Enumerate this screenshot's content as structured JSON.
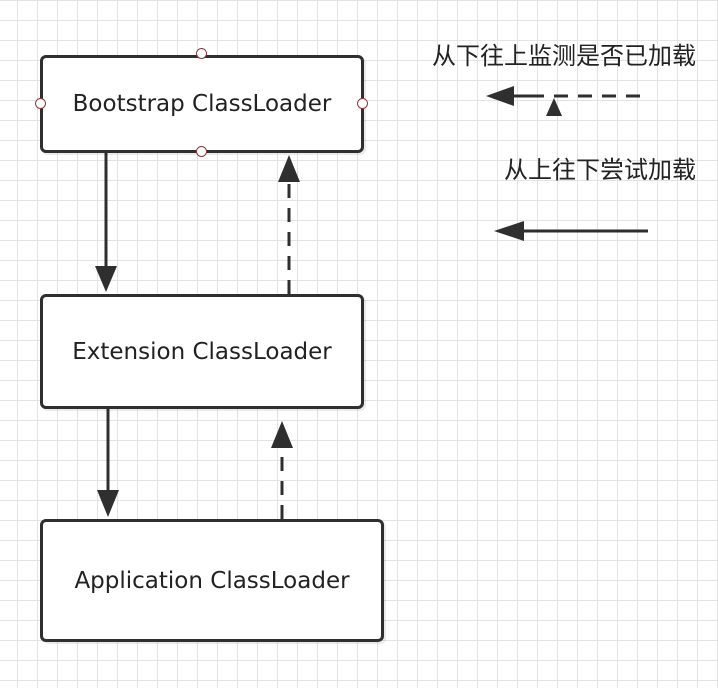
{
  "nodes": {
    "bootstrap": "Bootstrap ClassLoader",
    "extension": "Extension ClassLoader",
    "application": "Application ClassLoader"
  },
  "legend": {
    "dashed_label": "从下往上监测是否已加载",
    "solid_label": "从上往下尝试加载"
  },
  "colors": {
    "stroke": "#2f2f2f",
    "handle": "#8b3a3a",
    "grid": "#e3e3e3"
  }
}
